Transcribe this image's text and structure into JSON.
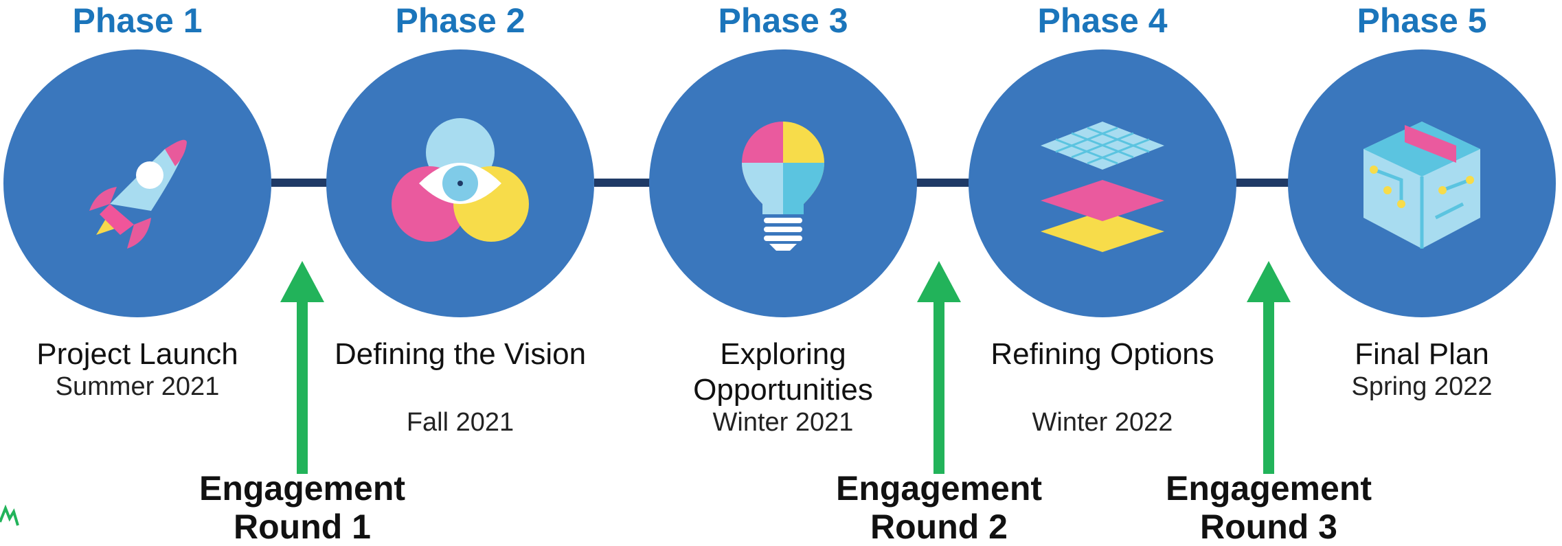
{
  "phases": [
    {
      "title": "Phase 1",
      "name": "Project Launch",
      "date": "Summer 2021",
      "icon": "rocket-icon"
    },
    {
      "title": "Phase 2",
      "name": "Defining the Vision",
      "date": "Fall 2021",
      "icon": "eye-venn-icon"
    },
    {
      "title": "Phase 3",
      "name": "Exploring Opportunities",
      "date": "Winter 2021",
      "icon": "puzzle-lightbulb-icon"
    },
    {
      "title": "Phase 4",
      "name": "Refining Options",
      "date": "Winter 2022",
      "icon": "layers-icon"
    },
    {
      "title": "Phase 5",
      "name": "Final Plan",
      "date": "Spring 2022",
      "icon": "circuit-cube-icon"
    }
  ],
  "engagements": [
    {
      "label": "Engagement Round 1"
    },
    {
      "label": "Engagement Round 2"
    },
    {
      "label": "Engagement Round 3"
    }
  ],
  "colors": {
    "phase_title": "#1b75bb",
    "circle": "#3a77bd",
    "connector": "#1f3a66",
    "arrow": "#22b35a"
  }
}
